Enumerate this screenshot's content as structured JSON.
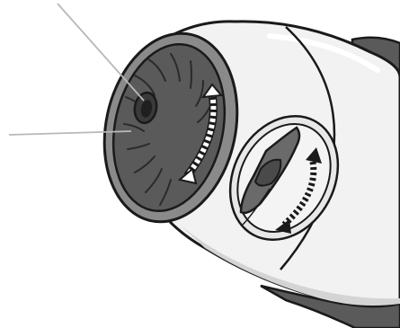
{
  "figure": {
    "subject": "hair-dryer-nozzle",
    "colors": {
      "body": "#f2f2f2",
      "body_shadow": "#cfcfcf",
      "outline": "#1a1a1a",
      "dial": "#5a5a5a",
      "dial_dark": "#3a3a3a",
      "switch_panel": "#6a6a6a",
      "leader_line": "#b8b8b8",
      "arrow_white": "#ffffff"
    },
    "callouts": [
      {
        "id": "callout-1",
        "target": "center-hole"
      },
      {
        "id": "callout-2",
        "target": "dial-rim"
      }
    ],
    "arrows": [
      {
        "id": "dial-rotate-arrow",
        "meaning": "rotate"
      },
      {
        "id": "switch-rotate-arrow",
        "meaning": "rotate"
      }
    ]
  }
}
